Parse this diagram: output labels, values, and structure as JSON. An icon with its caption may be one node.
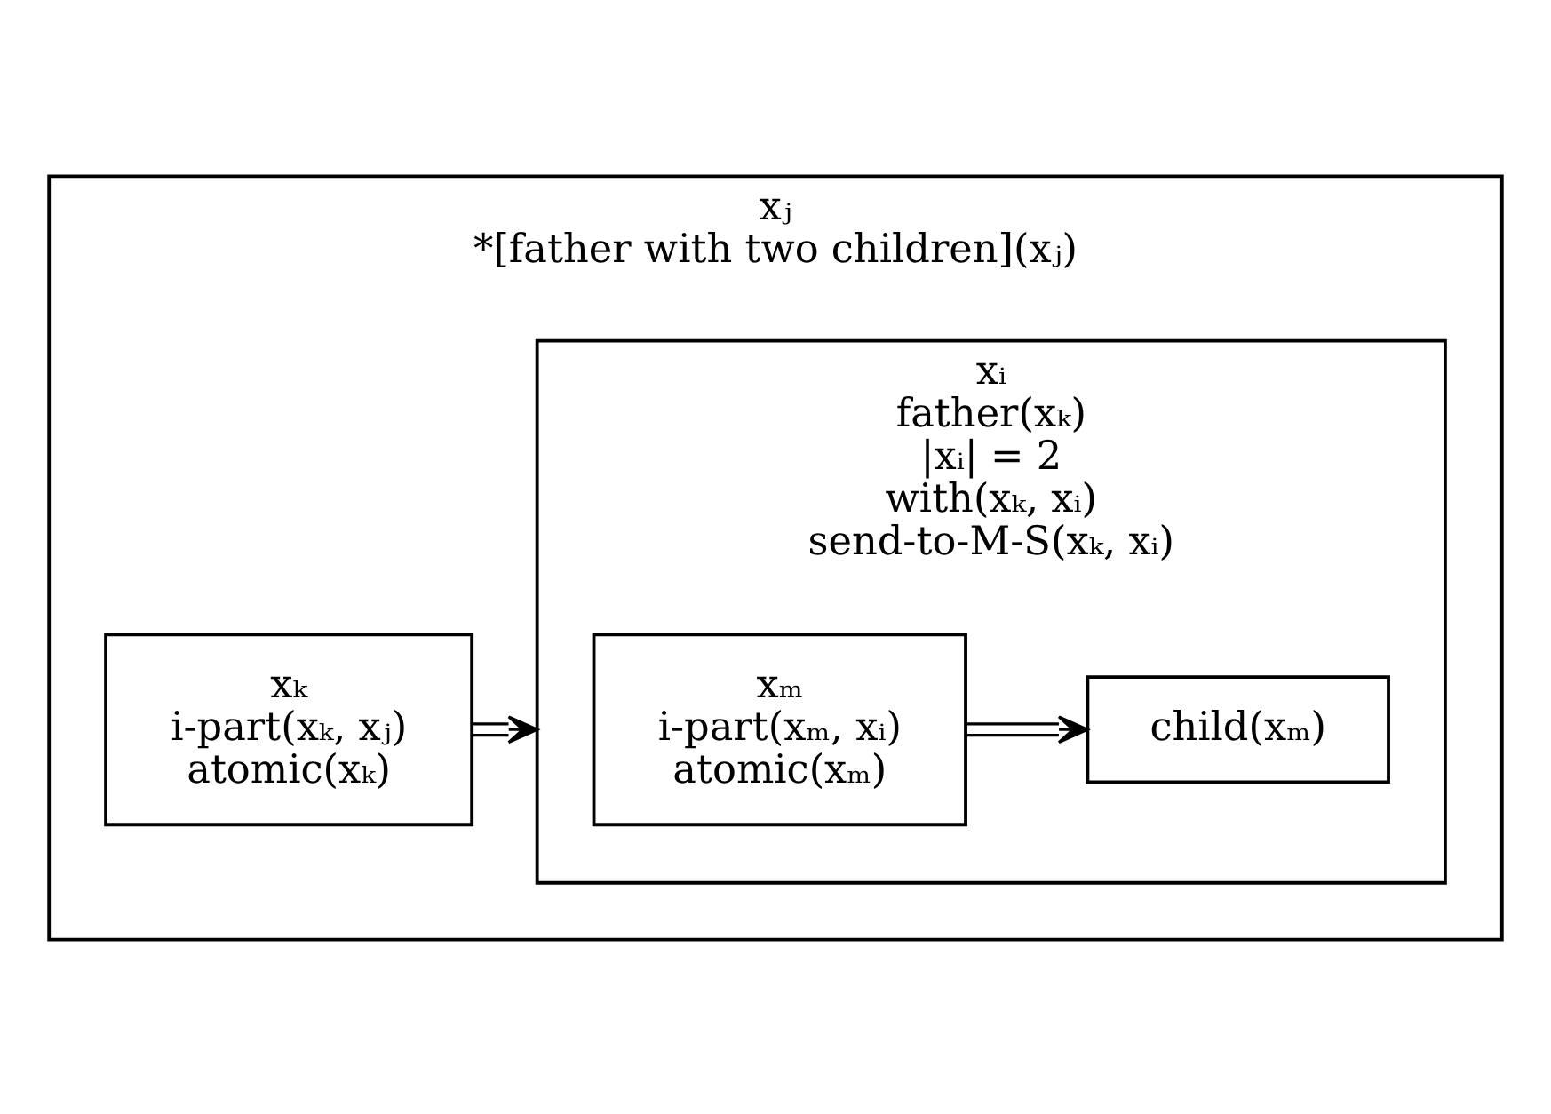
{
  "diagram": {
    "nodes": [
      {
        "text": [
          "xⱼ",
          "*[father with two children](xⱼ)"
        ]
      },
      {
        "text": [
          "xₖ",
          "i-part(xₖ, xⱼ)",
          "atomic(xₖ)"
        ],
        "in": 0
      },
      {
        "text": [
          "xᵢ",
          "father(xₖ)",
          "|xᵢ| = 2",
          "with(xₖ, xᵢ)",
          "send-to-M-S(xₖ, xᵢ)"
        ],
        "in": 0
      },
      {
        "text": [
          "xₘ",
          "i-part(xₘ, xᵢ)",
          "atomic(xₘ)"
        ],
        "in": 2
      },
      {
        "text": [
          "child(xₘ)"
        ],
        "in": 2
      }
    ],
    "edges": [
      {
        "from": 1,
        "to": 2,
        "arrow": "to"
      },
      {
        "from": 3,
        "to": 4,
        "arrow": "to"
      }
    ]
  }
}
